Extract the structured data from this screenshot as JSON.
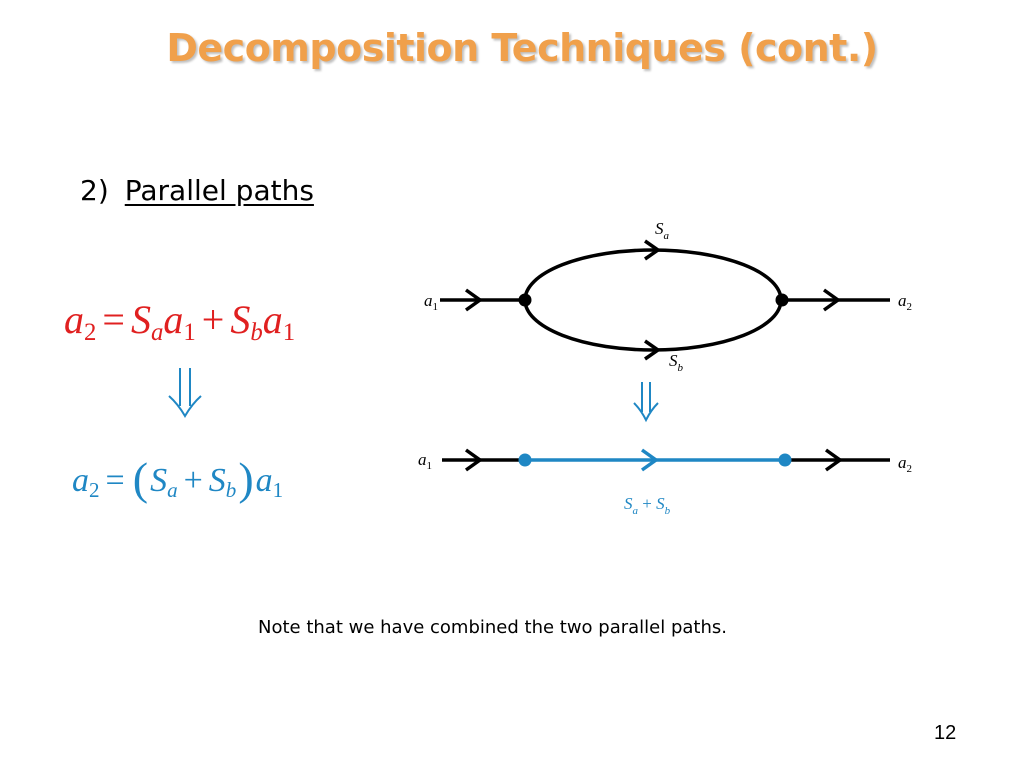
{
  "slide": {
    "title": "Decomposition Techniques (cont.)",
    "section_number": "2)",
    "section_title": "Parallel paths",
    "note": "Note that we have combined the two parallel paths.",
    "page_number": "12"
  },
  "equations": {
    "eq1": "a2 = Sa a1 + Sb a1",
    "eq1_color": "#e02020",
    "eq2": "a2 = (Sa + Sb) a1",
    "eq2_color": "#1f87c4"
  },
  "diagram": {
    "top_graph": {
      "input_node": "a1",
      "output_node": "a2",
      "upper_branch_gain": "Sa",
      "lower_branch_gain": "Sb",
      "color": "#000000"
    },
    "bottom_graph": {
      "input_node": "a1",
      "output_node": "a2",
      "combined_gain": "Sa + Sb",
      "color": "#1f87c4"
    },
    "implies_symbol": "double-down-arrow"
  },
  "colors": {
    "title": "#f0a04b",
    "red": "#e02020",
    "blue": "#1f87c4",
    "text": "#000000"
  }
}
